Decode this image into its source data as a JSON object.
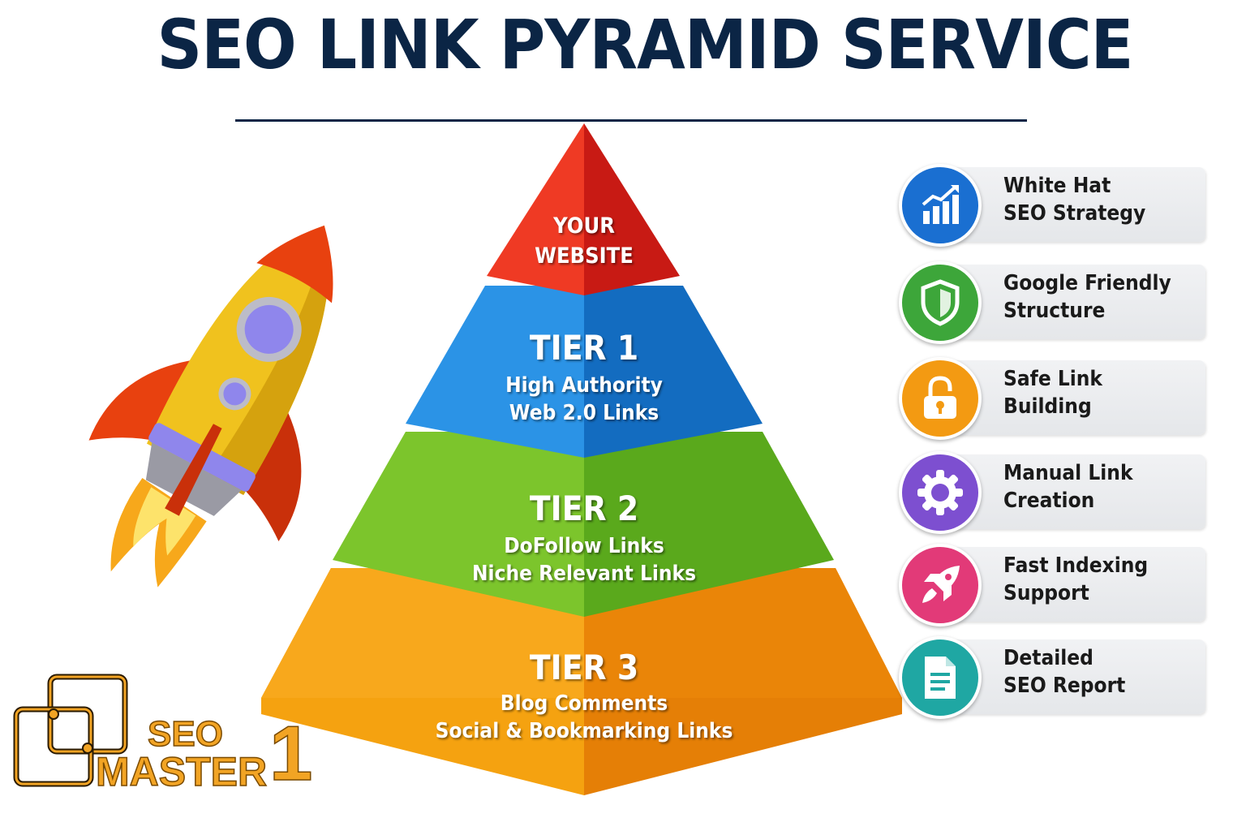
{
  "title": "SEO LINK PYRAMID SERVICE",
  "pyramid": {
    "top": {
      "line1": "YOUR",
      "line2": "WEBSITE",
      "color": "#e0241c"
    },
    "tier1": {
      "heading": "TIER 1",
      "line1": "High Authority",
      "line2": "Web 2.0 Links",
      "color": "#1b82d8"
    },
    "tier2": {
      "heading": "TIER 2",
      "line1": "DoFollow Links",
      "line2": "Niche Relevant Links",
      "color": "#6cbd24"
    },
    "tier3": {
      "heading": "TIER 3",
      "line1": "Blog Comments",
      "line2": "Social & Bookmarking Links",
      "color": "#f59a0c"
    }
  },
  "features": [
    {
      "line1": "White Hat",
      "line2": "SEO Strategy",
      "icon": "chart-growth-icon",
      "color": "#1a6fd1"
    },
    {
      "line1": "Google Friendly",
      "line2": "Structure",
      "icon": "shield-icon",
      "color": "#3da63a"
    },
    {
      "line1": "Safe Link",
      "line2": "Building",
      "icon": "lock-icon",
      "color": "#f39a12"
    },
    {
      "line1": "Manual Link",
      "line2": "Creation",
      "icon": "gear-icon",
      "color": "#7d4fd0"
    },
    {
      "line1": "Fast Indexing",
      "line2": "Support",
      "icon": "rocket-icon",
      "color": "#e23a78"
    },
    {
      "line1": "Detailed",
      "line2": "SEO Report",
      "icon": "document-icon",
      "color": "#1fa7a3"
    }
  ],
  "logo": {
    "line1": "SEO",
    "line2": "MASTER",
    "digit": "1"
  }
}
